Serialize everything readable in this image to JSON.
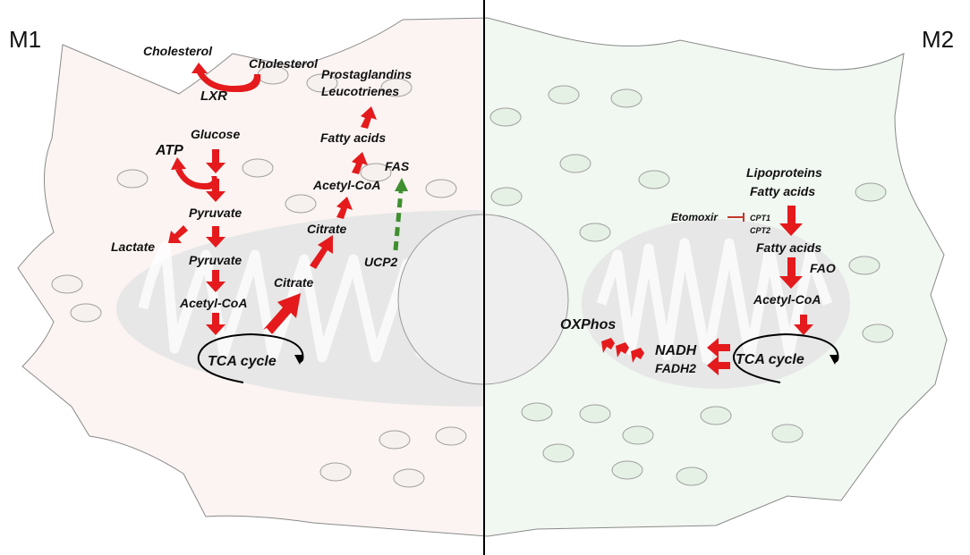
{
  "panels": {
    "m1": "M1",
    "m2": "M2"
  },
  "labels": {
    "m1": {
      "cholesterol_out": "Cholesterol",
      "cholesterol_in": "Cholesterol",
      "lxr": "LXR",
      "prostaglandins": "Prostaglandins",
      "leucotrienes": "Leucotrienes",
      "glucose": "Glucose",
      "atp": "ATP",
      "fatty_acids": "Fatty acids",
      "fas": "FAS",
      "acetyl_coa_cyto": "Acetyl-CoA",
      "pyruvate_cyto": "Pyruvate",
      "citrate_cyto": "Citrate",
      "lactate": "Lactate",
      "pyruvate_mito": "Pyruvate",
      "ucp2": "UCP2",
      "citrate_mito": "Citrate",
      "acetyl_coa_mito": "Acetyl-CoA",
      "tca_cycle": "TCA cycle"
    },
    "m2": {
      "lipoproteins": "Lipoproteins",
      "fatty_acids_top": "Fatty acids",
      "etomoxir": "Etomoxir",
      "cpt1": "CPT1",
      "cpt2": "CPT2",
      "fatty_acids_mito": "Fatty acids",
      "fao": "FAO",
      "acetyl_coa": "Acetyl-CoA",
      "oxphos": "OXPhos",
      "nadh": "NADH",
      "fadh2": "FADH2",
      "tca_cycle": "TCA cycle"
    }
  },
  "colors": {
    "arrow_red": "#e41a1c",
    "arrow_green": "#3f8f2f",
    "m1_cell": "#fbf4f2",
    "m2_cell": "#f1f7f1",
    "mitochondrion": "#e7e7e7",
    "divider": "#000000"
  }
}
